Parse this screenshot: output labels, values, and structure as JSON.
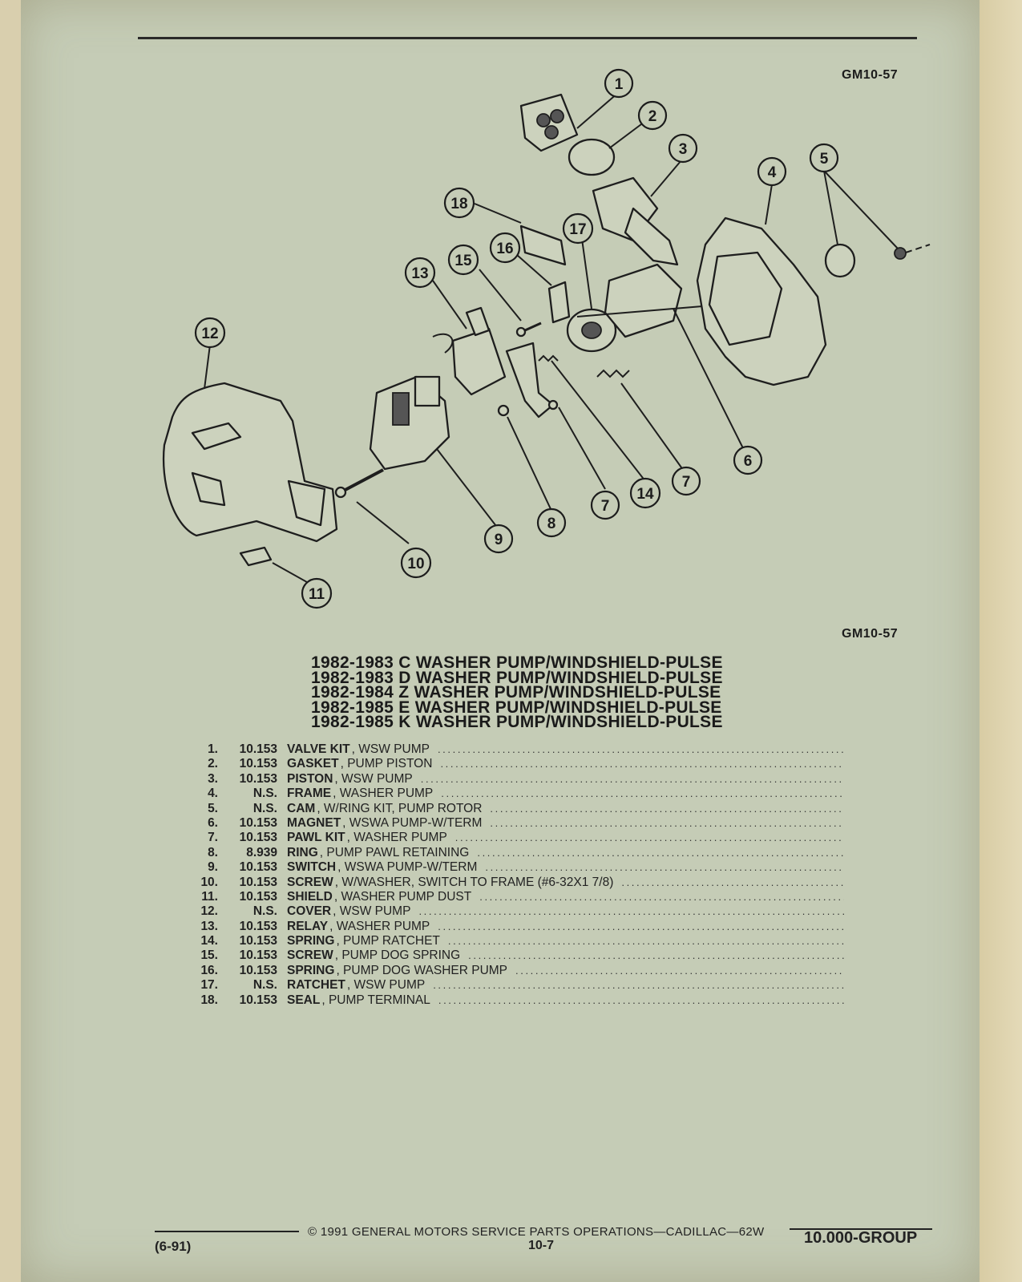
{
  "header": {
    "figure_code_top": "GM10-57",
    "figure_code_bottom": "GM10-57"
  },
  "diagram": {
    "callouts": [
      "1",
      "2",
      "3",
      "4",
      "5",
      "6",
      "7",
      "7",
      "8",
      "9",
      "10",
      "11",
      "12",
      "13",
      "14",
      "15",
      "16",
      "17",
      "18"
    ]
  },
  "titles": [
    "1982-1983 C WASHER PUMP/WINDSHIELD-PULSE",
    "1982-1983 D WASHER PUMP/WINDSHIELD-PULSE",
    "1982-1984 Z WASHER PUMP/WINDSHIELD-PULSE",
    "1982-1985 E WASHER PUMP/WINDSHIELD-PULSE",
    "1982-1985 K WASHER PUMP/WINDSHIELD-PULSE"
  ],
  "parts": [
    {
      "num": "1.",
      "code": "10.153",
      "name": "VALVE KIT",
      "desc": ", WSW PUMP"
    },
    {
      "num": "2.",
      "code": "10.153",
      "name": "GASKET",
      "desc": ", PUMP PISTON"
    },
    {
      "num": "3.",
      "code": "10.153",
      "name": "PISTON",
      "desc": ", WSW PUMP"
    },
    {
      "num": "4.",
      "code": "N.S.",
      "name": "FRAME",
      "desc": ", WASHER PUMP"
    },
    {
      "num": "5.",
      "code": "N.S.",
      "name": "CAM",
      "desc": ", W/RING KIT, PUMP ROTOR"
    },
    {
      "num": "6.",
      "code": "10.153",
      "name": "MAGNET",
      "desc": ", WSWA PUMP-W/TERM"
    },
    {
      "num": "7.",
      "code": "10.153",
      "name": "PAWL KIT",
      "desc": ", WASHER PUMP"
    },
    {
      "num": "8.",
      "code": "8.939",
      "name": "RING",
      "desc": ", PUMP PAWL RETAINING"
    },
    {
      "num": "9.",
      "code": "10.153",
      "name": "SWITCH",
      "desc": ", WSWA PUMP-W/TERM"
    },
    {
      "num": "10.",
      "code": "10.153",
      "name": "SCREW",
      "desc": ", W/WASHER, SWITCH TO FRAME (#6-32X1 7/8)"
    },
    {
      "num": "11.",
      "code": "10.153",
      "name": "SHIELD",
      "desc": ", WASHER PUMP DUST"
    },
    {
      "num": "12.",
      "code": "N.S.",
      "name": "COVER",
      "desc": ", WSW PUMP"
    },
    {
      "num": "13.",
      "code": "10.153",
      "name": "RELAY",
      "desc": ", WASHER PUMP"
    },
    {
      "num": "14.",
      "code": "10.153",
      "name": "SPRING",
      "desc": ", PUMP RATCHET"
    },
    {
      "num": "15.",
      "code": "10.153",
      "name": "SCREW",
      "desc": ", PUMP DOG SPRING"
    },
    {
      "num": "16.",
      "code": "10.153",
      "name": "SPRING",
      "desc": ", PUMP DOG WASHER PUMP"
    },
    {
      "num": "17.",
      "code": "N.S.",
      "name": "RATCHET",
      "desc": ", WSW PUMP"
    },
    {
      "num": "18.",
      "code": "10.153",
      "name": "SEAL",
      "desc": ", PUMP TERMINAL"
    }
  ],
  "footer": {
    "copyright": "© 1991 GENERAL MOTORS SERVICE PARTS OPERATIONS—CADILLAC—62W",
    "date": "(6-91)",
    "page": "10-7",
    "group": "10.000-GROUP"
  }
}
